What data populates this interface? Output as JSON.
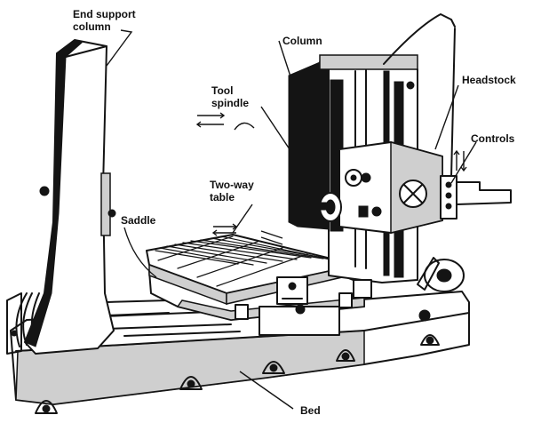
{
  "labels": {
    "end_support_line1": "End support",
    "end_support_line2": "column",
    "column": "Column",
    "tool_line1": "Tool",
    "tool_line2": "spindle",
    "headstock": "Headstock",
    "controls": "Controls",
    "table_line1": "Two-way",
    "table_line2": "table",
    "saddle": "Saddle",
    "bed": "Bed"
  },
  "colors": {
    "ink": "#141414",
    "background": "#ffffff"
  }
}
